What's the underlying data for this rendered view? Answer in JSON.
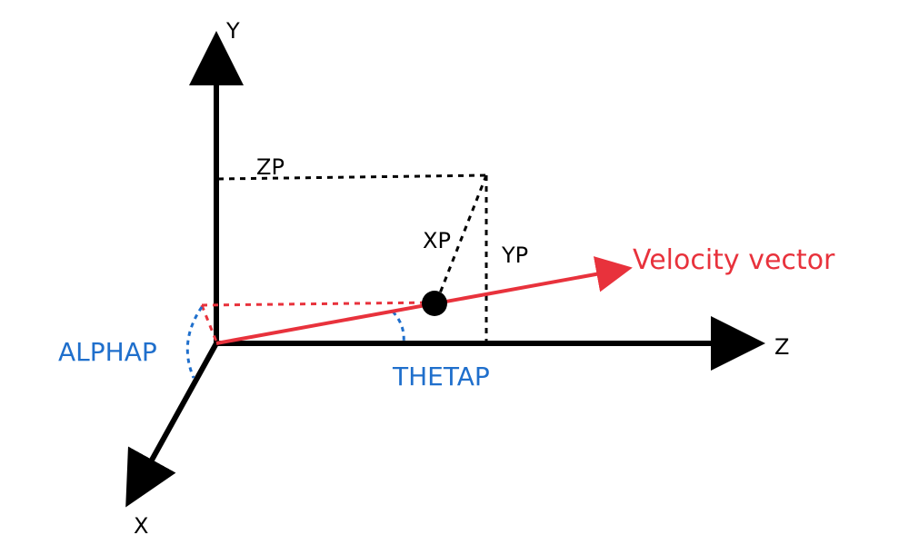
{
  "colors": {
    "axis": "#000000",
    "velocity": "#e8323c",
    "angle": "#1f6fcc",
    "guide": "#000000"
  },
  "axes": {
    "y_label": "Y",
    "z_label": "Z",
    "x_label": "X"
  },
  "components": {
    "zp_label": "ZP",
    "xp_label": "XP",
    "yp_label": "YP"
  },
  "vector": {
    "label": "Velocity vector"
  },
  "angles": {
    "alpha_label": "ALPHAP",
    "theta_label": "THETAP"
  }
}
